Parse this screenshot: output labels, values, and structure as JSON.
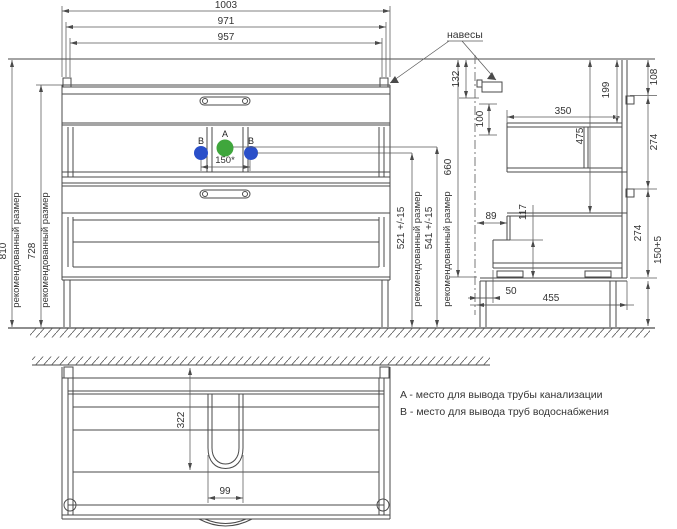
{
  "drawing": {
    "callout_hangers": "навесы",
    "recommended_note": "рекомендованный размер",
    "legend": {
      "a": "A - место для вывода трубы канализации",
      "b": "B - место для вывода труб водоснабжения"
    },
    "points": {
      "a": "A",
      "b": "B"
    },
    "dims": {
      "w1003": "1003",
      "w971": "971",
      "w957": "957",
      "h810": "810",
      "h728": "728",
      "b_spacing": "150*",
      "h521": "521 +/-15",
      "h541": "541 +/-15",
      "h660": "660",
      "d132": "132",
      "d100": "100",
      "d350": "350",
      "d475": "475",
      "d199": "199",
      "d108": "108",
      "d274a": "274",
      "d274b": "274",
      "d117": "117",
      "d89": "89",
      "d50": "50",
      "d455": "455",
      "leg150": "150+5",
      "p322": "322",
      "p99": "99"
    },
    "colors": {
      "line": "#4a4a4a",
      "drain_point": "#3fa63c",
      "water_point": "#2a4fc9"
    }
  }
}
